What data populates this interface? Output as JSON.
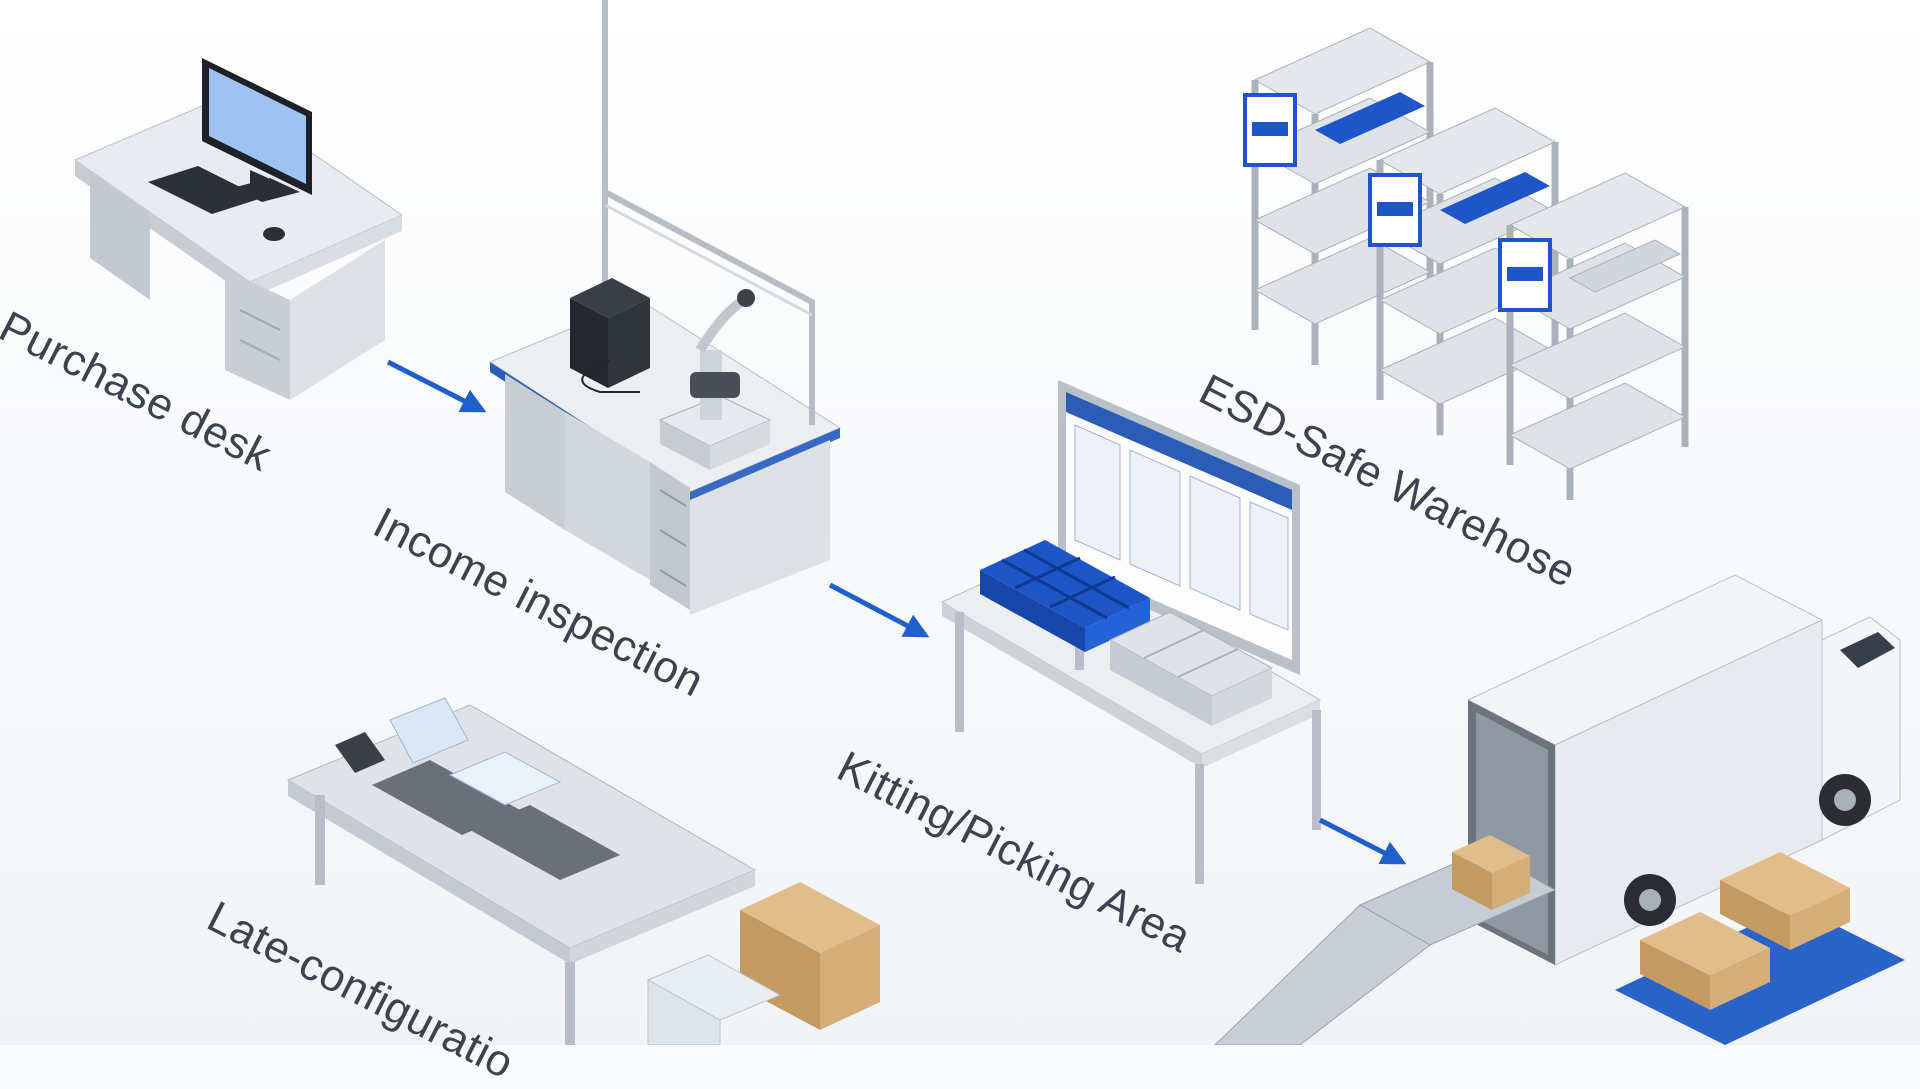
{
  "labels": {
    "purchase": "Purchase desk",
    "inspection": "Income inspection",
    "warehouse": "ESD-Safe Warehose",
    "kitting": "Kitting/Picking Area",
    "late": "Late-configuratio"
  },
  "colors": {
    "arrow": "#1f5fcc",
    "bin_blue": "#1e56c8",
    "metal": "#cfd6de",
    "box": "#c9a06e",
    "pallet_blue": "#2a63c7",
    "screen": "#9ec2f2"
  },
  "icons": [
    "monitor-icon",
    "keyboard-icon",
    "computer-tower-icon",
    "microscope-icon",
    "shelving-rack-icon",
    "kanban-board-icon",
    "truck-icon",
    "conveyor-icon",
    "cardboard-box-icon",
    "pallet-icon"
  ]
}
